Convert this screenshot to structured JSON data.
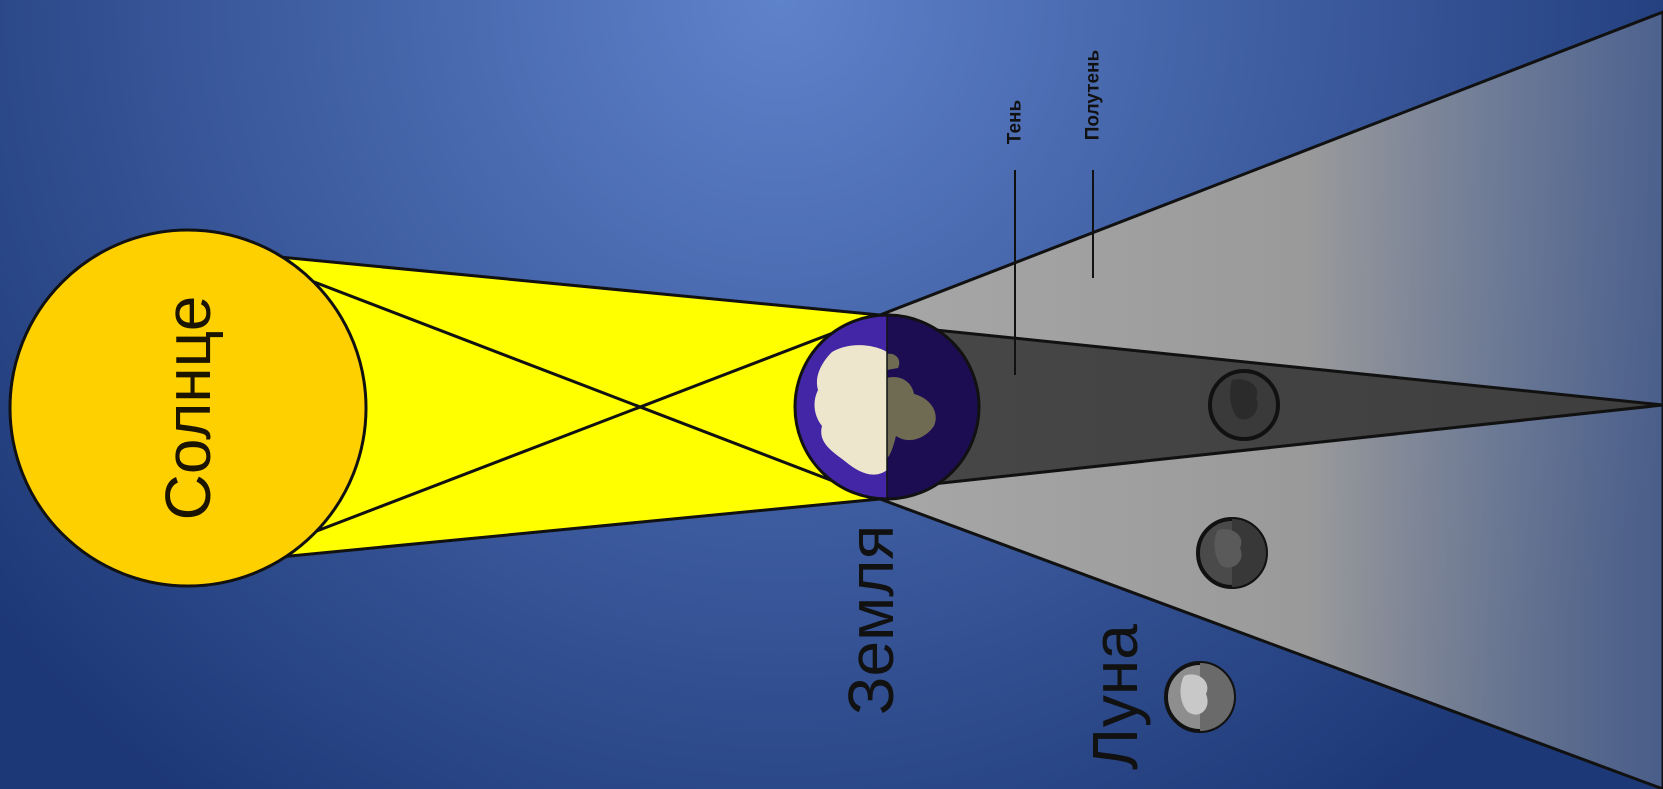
{
  "labels": {
    "sun": "Солнце",
    "earth": "Земля",
    "moon": "Луна",
    "umbra": "Тень",
    "penumbra": "Полутень"
  },
  "colors": {
    "background_light": "#5a7cc6",
    "background_dark": "#1e3a78",
    "sun": "#ffd000",
    "sunlight": "#ffff00",
    "earth_night": "#1c0d52",
    "earth_ring": "#4424a8",
    "land_day": "#eee6cc",
    "land_night": "#6f6a52",
    "umbra": "#4a4a4a",
    "penumbra": "#a3a3a3",
    "moon": "#3c3c3c",
    "outline": "#111111"
  }
}
